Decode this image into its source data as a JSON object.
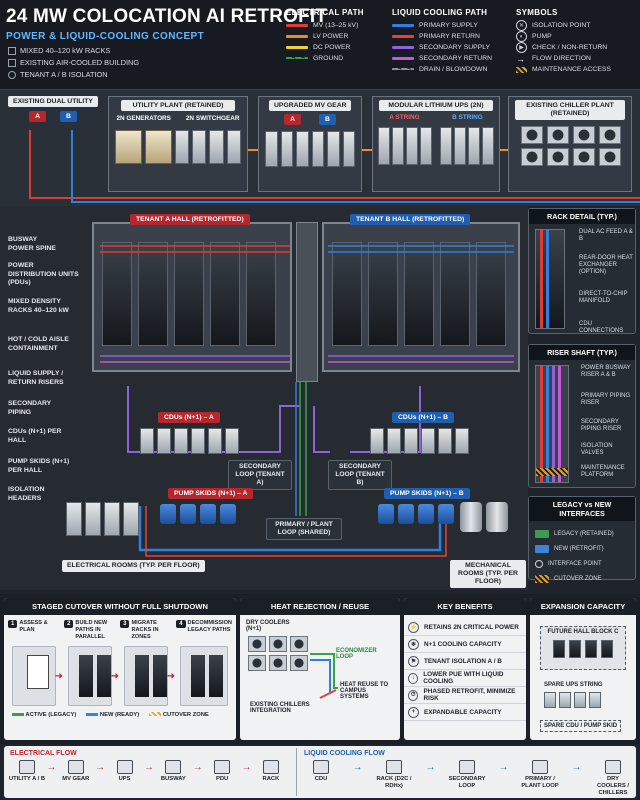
{
  "header": {
    "title": "24 MW COLOCATION AI RETROFIT",
    "subtitle": "POWER & LIQUID-COOLING CONCEPT",
    "bullets": [
      "MIXED 40–120 kW RACKS",
      "EXISTING AIR-COOLED BUILDING",
      "TENANT A / B ISOLATION"
    ]
  },
  "legend": {
    "electrical": {
      "title": "ELECTRICAL PATH",
      "items": [
        {
          "label": "MV (13–25 kV)",
          "color": "#e23a34"
        },
        {
          "label": "LV POWER",
          "color": "#f28a1d"
        },
        {
          "label": "DC POWER",
          "color": "#f3cf2b"
        },
        {
          "label": "GROUND",
          "color": "#3aa24a"
        }
      ]
    },
    "cooling": {
      "title": "LIQUID COOLING PATH",
      "items": [
        {
          "label": "PRIMARY SUPPLY",
          "color": "#2f7fe0"
        },
        {
          "label": "PRIMARY RETURN",
          "color": "#e2433a"
        },
        {
          "label": "SECONDARY SUPPLY",
          "color": "#8e63d8"
        },
        {
          "label": "SECONDARY RETURN",
          "color": "#c45ad6"
        },
        {
          "label": "DRAIN / BLOWDOWN",
          "color": "#8c949c"
        }
      ]
    },
    "symbols": {
      "title": "SYMBOLS",
      "items": [
        "ISOLATION POINT",
        "PUMP",
        "CHECK / NON-RETURN",
        "FLOW DIRECTION",
        "MAINTENANCE ACCESS"
      ]
    }
  },
  "plant": {
    "utility_label": "EXISTING DUAL UTILITY",
    "utility_a": "A",
    "utility_b": "B",
    "utility_plant": "UTILITY PLANT (RETAINED)",
    "generators": "2N GENERATORS",
    "switchgear": "2N SWITCHGEAR",
    "mv_gear": "UPGRADED MV GEAR",
    "mv_a": "A",
    "mv_b": "B",
    "ups": "MODULAR LITHIUM UPS (2N)",
    "ups_a": "A STRING",
    "ups_b": "B STRING",
    "chiller": "EXISTING CHILLER PLANT (RETAINED)"
  },
  "floor": {
    "hall_a": "TENANT A HALL (RETROFITTED)",
    "hall_b": "TENANT B HALL (RETROFITTED)",
    "cdus_a": "CDUs (N+1) – A",
    "cdus_b": "CDUs (N+1) – B",
    "sec_loop_a": "SECONDARY LOOP (TENANT A)",
    "sec_loop_b": "SECONDARY LOOP (TENANT B)",
    "pump_a": "PUMP SKIDS (N+1) – A",
    "pump_b": "PUMP SKIDS (N+1) – B",
    "primary_loop": "PRIMARY / PLANT LOOP (SHARED)",
    "elec_rooms": "ELECTRICAL ROOMS (TYP. PER FLOOR)",
    "mech_rooms": "MECHANICAL ROOMS (TYP. PER FLOOR)"
  },
  "left_callouts": [
    "BUSWAY POWER SPINE",
    "POWER DISTRIBUTION UNITS (PDUs)",
    "MIXED DENSITY RACKS 40–120 kW",
    "HOT / COLD AISLE CONTAINMENT",
    "LIQUID SUPPLY / RETURN RISERS",
    "SECONDARY PIPING",
    "CDUs (N+1) PER HALL",
    "PUMP SKIDS (N+1) PER HALL",
    "ISOLATION HEADERS"
  ],
  "rack_detail": {
    "title": "RACK DETAIL (TYP.)",
    "items": [
      "DUAL AC FEED A & B",
      "REAR-DOOR HEAT EXCHANGER (OPTION)",
      "DIRECT-TO-CHIP MANIFOLD",
      "CDU CONNECTIONS"
    ]
  },
  "riser": {
    "title": "RISER SHAFT (TYP.)",
    "items": [
      "POWER BUSWAY RISER A & B",
      "PRIMARY PIPING RISER",
      "SECONDARY PIPING RISER",
      "ISOLATION VALVES",
      "MAINTENANCE PLATFORM"
    ]
  },
  "legacy": {
    "title": "LEGACY vs NEW INTERFACES",
    "items": [
      {
        "label": "LEGACY (RETAINED)",
        "color": "#3d9a4f"
      },
      {
        "label": "NEW (RETROFIT)",
        "color": "#3b84d6"
      },
      {
        "label": "INTERFACE POINT",
        "color": "#cfd5dc"
      },
      {
        "label": "CUTOVER ZONE",
        "color": "#e3a21d"
      }
    ]
  },
  "staged": {
    "title": "STAGED CUTOVER WITHOUT FULL SHUTDOWN",
    "steps": [
      {
        "num": "1",
        "label": "ASSESS & PLAN"
      },
      {
        "num": "2",
        "label": "BUILD NEW PATHS IN PARALLEL"
      },
      {
        "num": "3",
        "label": "MIGRATE RACKS IN ZONES"
      },
      {
        "num": "4",
        "label": "DECOMMISSION LEGACY PATHS"
      }
    ],
    "legend": [
      "ACTIVE (LEGACY)",
      "NEW (READY)",
      "CUTOVER ZONE"
    ]
  },
  "heat": {
    "title": "HEAT REJECTION / REUSE",
    "dry_coolers": "DRY COOLERS (N+1)",
    "economizer": "ECONOMIZER LOOP",
    "reuse": "HEAT REUSE TO CAMPUS SYSTEMS",
    "chillers": "EXISTING CHILLERS INTEGRATION"
  },
  "benefits": {
    "title": "KEY BENEFITS",
    "items": [
      "RETAINS 2N CRITICAL POWER",
      "N+1 COOLING CAPACITY",
      "TENANT ISOLATION A / B",
      "LOWER PUE WITH LIQUID COOLING",
      "PHASED RETROFIT, MINIMIZE RISK",
      "EXPANDABLE CAPACITY"
    ]
  },
  "expansion": {
    "title": "EXPANSION CAPACITY",
    "future_hall": "FUTURE HALL BLOCK C",
    "spare_ups": "SPARE UPS STRING",
    "spare_cdu": "SPARE CDU / PUMP SKID"
  },
  "electrical_flow": {
    "title": "ELECTRICAL FLOW",
    "steps": [
      "UTILITY A / B",
      "MV GEAR",
      "UPS",
      "BUSWAY",
      "PDU",
      "RACK"
    ]
  },
  "cooling_flow": {
    "title": "LIQUID COOLING FLOW",
    "steps": [
      "CDU",
      "RACK (D2C / RDHx)",
      "SECONDARY LOOP",
      "PRIMARY / PLANT LOOP",
      "DRY COOLERS / CHILLERS"
    ]
  }
}
